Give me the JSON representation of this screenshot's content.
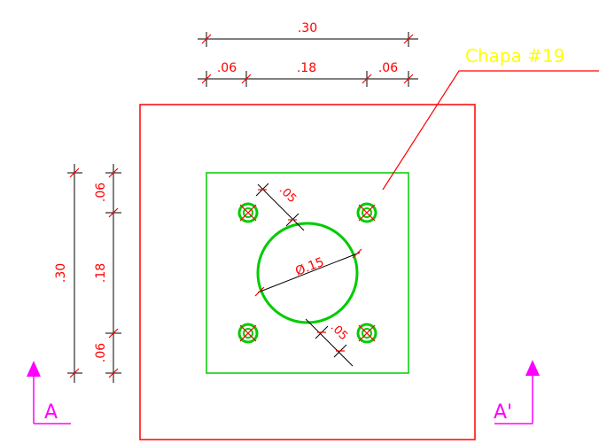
{
  "dimensions": {
    "overall_width": ".30",
    "left_edge": ".06",
    "center_span": ".18",
    "right_edge": ".06",
    "overall_height": ".30",
    "top_edge": ".06",
    "middle_span": ".18",
    "bottom_edge": ".06",
    "hole_offset_top": ".05",
    "hole_offset_bottom": ".05",
    "circle_diameter": "Ø.15"
  },
  "labels": {
    "plate": "Chapa #19",
    "section_left": "A",
    "section_right": "A'"
  },
  "colors": {
    "dimension": "#ff0000",
    "extension": "#000000",
    "plate_outline": "#ff0000",
    "inner_plate": "#00cc00",
    "bolt": "#00cc00",
    "leader": "#ff0000",
    "plate_label": "#ffff00",
    "section_marker": "#ff00ff"
  }
}
